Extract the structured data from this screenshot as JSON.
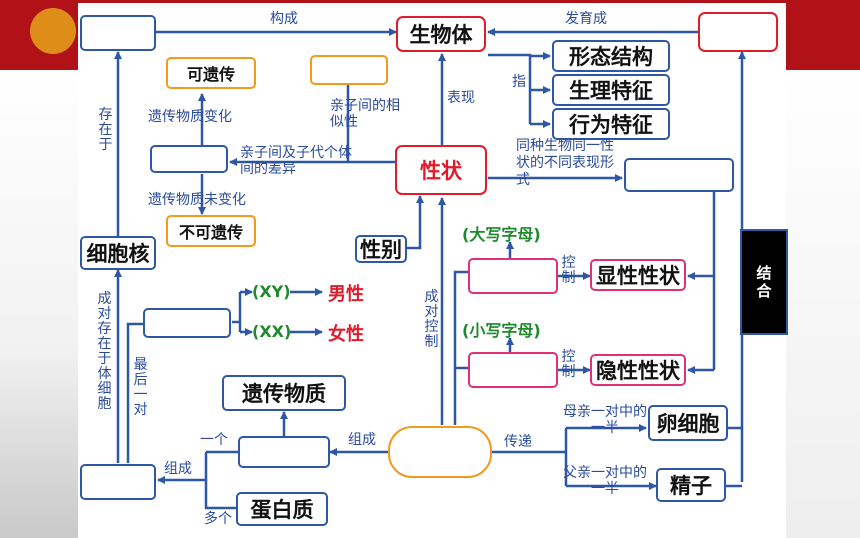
{
  "diagram": {
    "title_center": "生物体",
    "trait": "性状",
    "trait_kinds": [
      "形态结构",
      "生理特征",
      "行为特征"
    ],
    "nucleus": "细胞核",
    "genetic_material": "遗传物质",
    "protein": "蛋白质",
    "sex": "性别",
    "male": "男性",
    "female": "女性",
    "xy": "(XY)",
    "xx": "(XX)",
    "dominant_trait": "显性性状",
    "recessive_trait": "隐性性状",
    "uppercase": "(大写字母)",
    "lowercase": "(小写字母)",
    "inheritable": "可遗传",
    "not_inheritable": "不可遗传",
    "egg": "卵细胞",
    "sperm": "精子",
    "combine": "结合"
  },
  "labels": {
    "constitute": "构成",
    "develop": "发育成",
    "express": "表现",
    "refer_to": "指",
    "exist_in": "存在于",
    "material_changed": "遗传物质变化",
    "material_unchanged": "遗传物质未变化",
    "similarity": "亲子间的相似性",
    "difference": "亲子间及子代个体间的差异",
    "same_species": "同种生物同一性状的不同表现形式",
    "paired_in_cell": "成对存在于体细胞",
    "last_pair": "最后一对",
    "paired_control": "成对控制",
    "control_top": "控制",
    "control_bottom": "控制",
    "compose_right": "组成",
    "compose_left": "组成",
    "one": "一个",
    "many": "多个",
    "transmit": "传递",
    "mother_half": "母亲一对中的一半",
    "father_half": "父亲一对中的一半"
  }
}
